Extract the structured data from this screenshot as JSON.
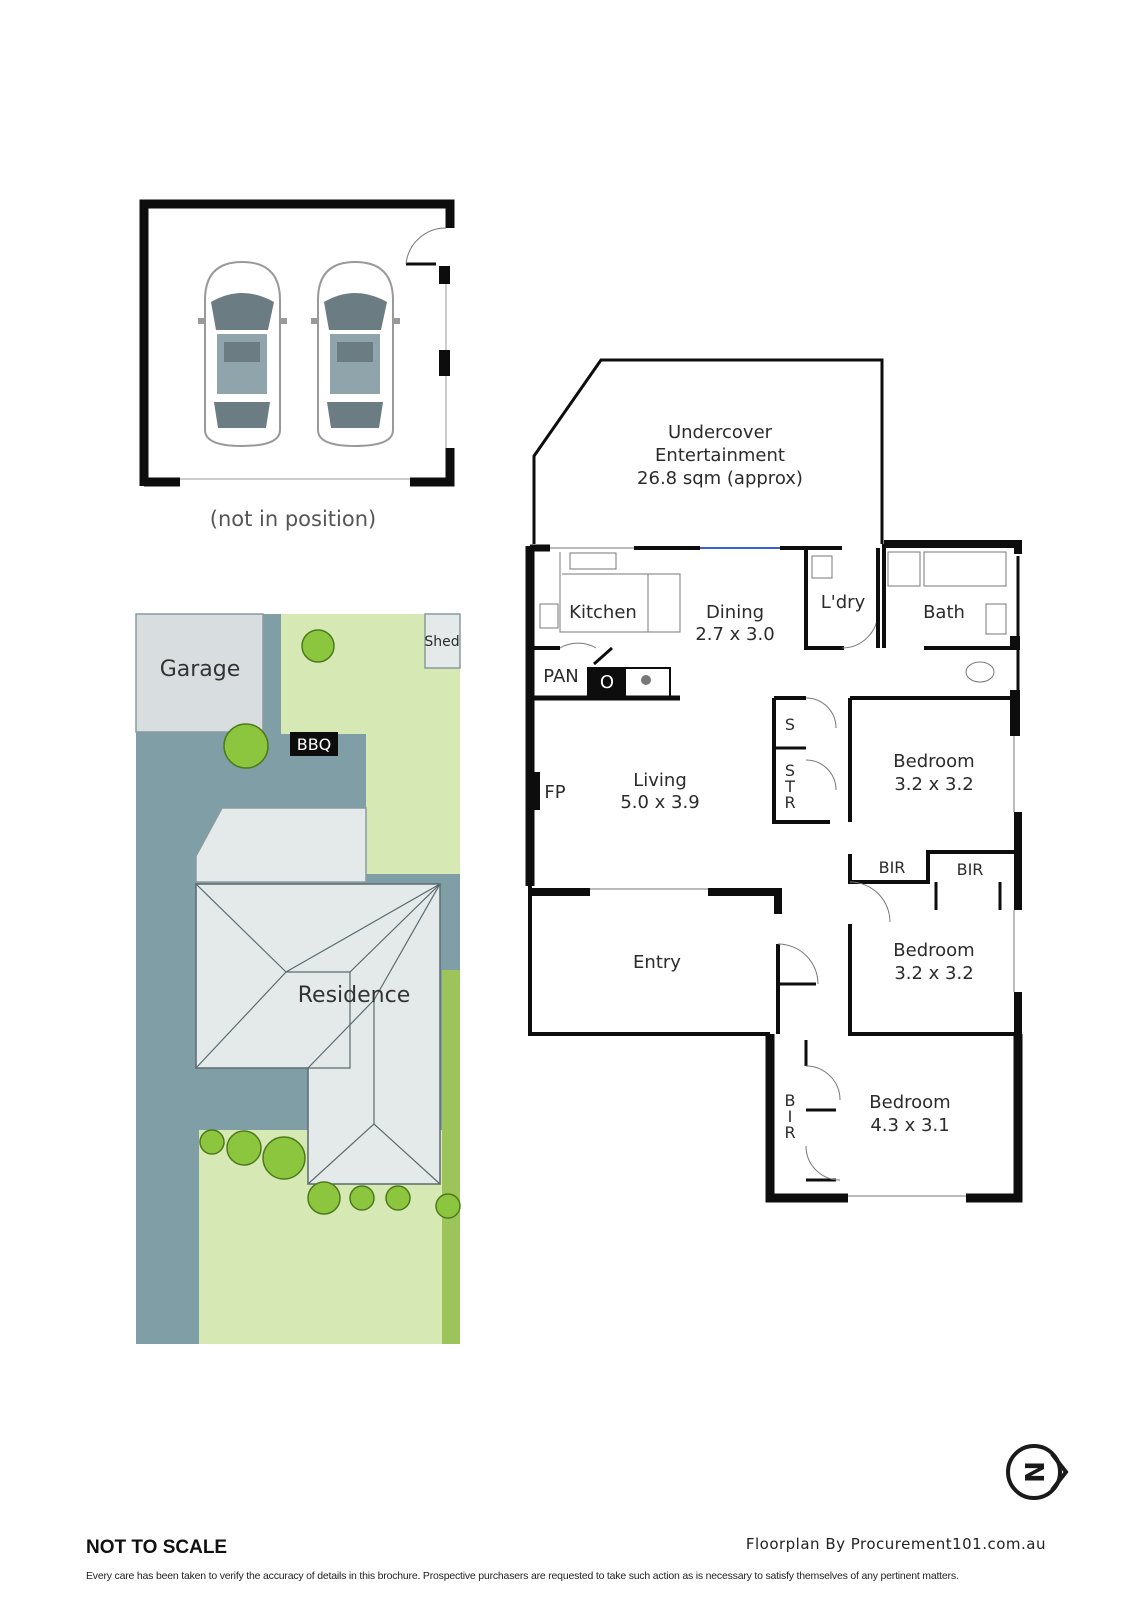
{
  "garage_plan": {
    "caption": "(not in position)"
  },
  "site_plan": {
    "garage": "Garage",
    "shed": "Shed",
    "bbq": "BBQ",
    "residence": "Residence"
  },
  "floor_plan": {
    "undercover": {
      "line1": "Undercover",
      "line2": "Entertainment",
      "line3": "26.8 sqm (approx)"
    },
    "kitchen": "Kitchen",
    "dining": {
      "name": "Dining",
      "size": "2.7 x 3.0"
    },
    "laundry": "L'dry",
    "bath": "Bath",
    "pantry": "PAN",
    "oven": "O",
    "living": {
      "name": "Living",
      "size": "5.0 x 3.9"
    },
    "fireplace": "FP",
    "store_s": "S",
    "store_str": [
      "S",
      "T",
      "R"
    ],
    "bedroom1": {
      "name": "Bedroom",
      "size": "3.2 x 3.2"
    },
    "bir1": "BIR",
    "bir2": "BIR",
    "bedroom2": {
      "name": "Bedroom",
      "size": "3.2 x 3.2"
    },
    "entry": "Entry",
    "bir3": [
      "B",
      "I",
      "R"
    ],
    "bedroom3": {
      "name": "Bedroom",
      "size": "4.3 x 3.1"
    }
  },
  "colors": {
    "wall": "#0d0d0d",
    "driveway": "#7f9ea6",
    "lawn": "#d6e8b4",
    "lawn_dark": "#9cc45a",
    "roof": "#e4e9ea",
    "tree": "#8cc63f"
  },
  "footer": {
    "title": "NOT TO SCALE",
    "credit": "Floorplan By Procurement101.com.au",
    "disclaimer": "Every care has been taken to verify the accuracy of details in this brochure. Prospective purchasers are requested to take such action as is necessary to satisfy themselves of any pertinent matters."
  },
  "compass": {
    "letter": "N",
    "icon": "north-arrow-icon"
  }
}
